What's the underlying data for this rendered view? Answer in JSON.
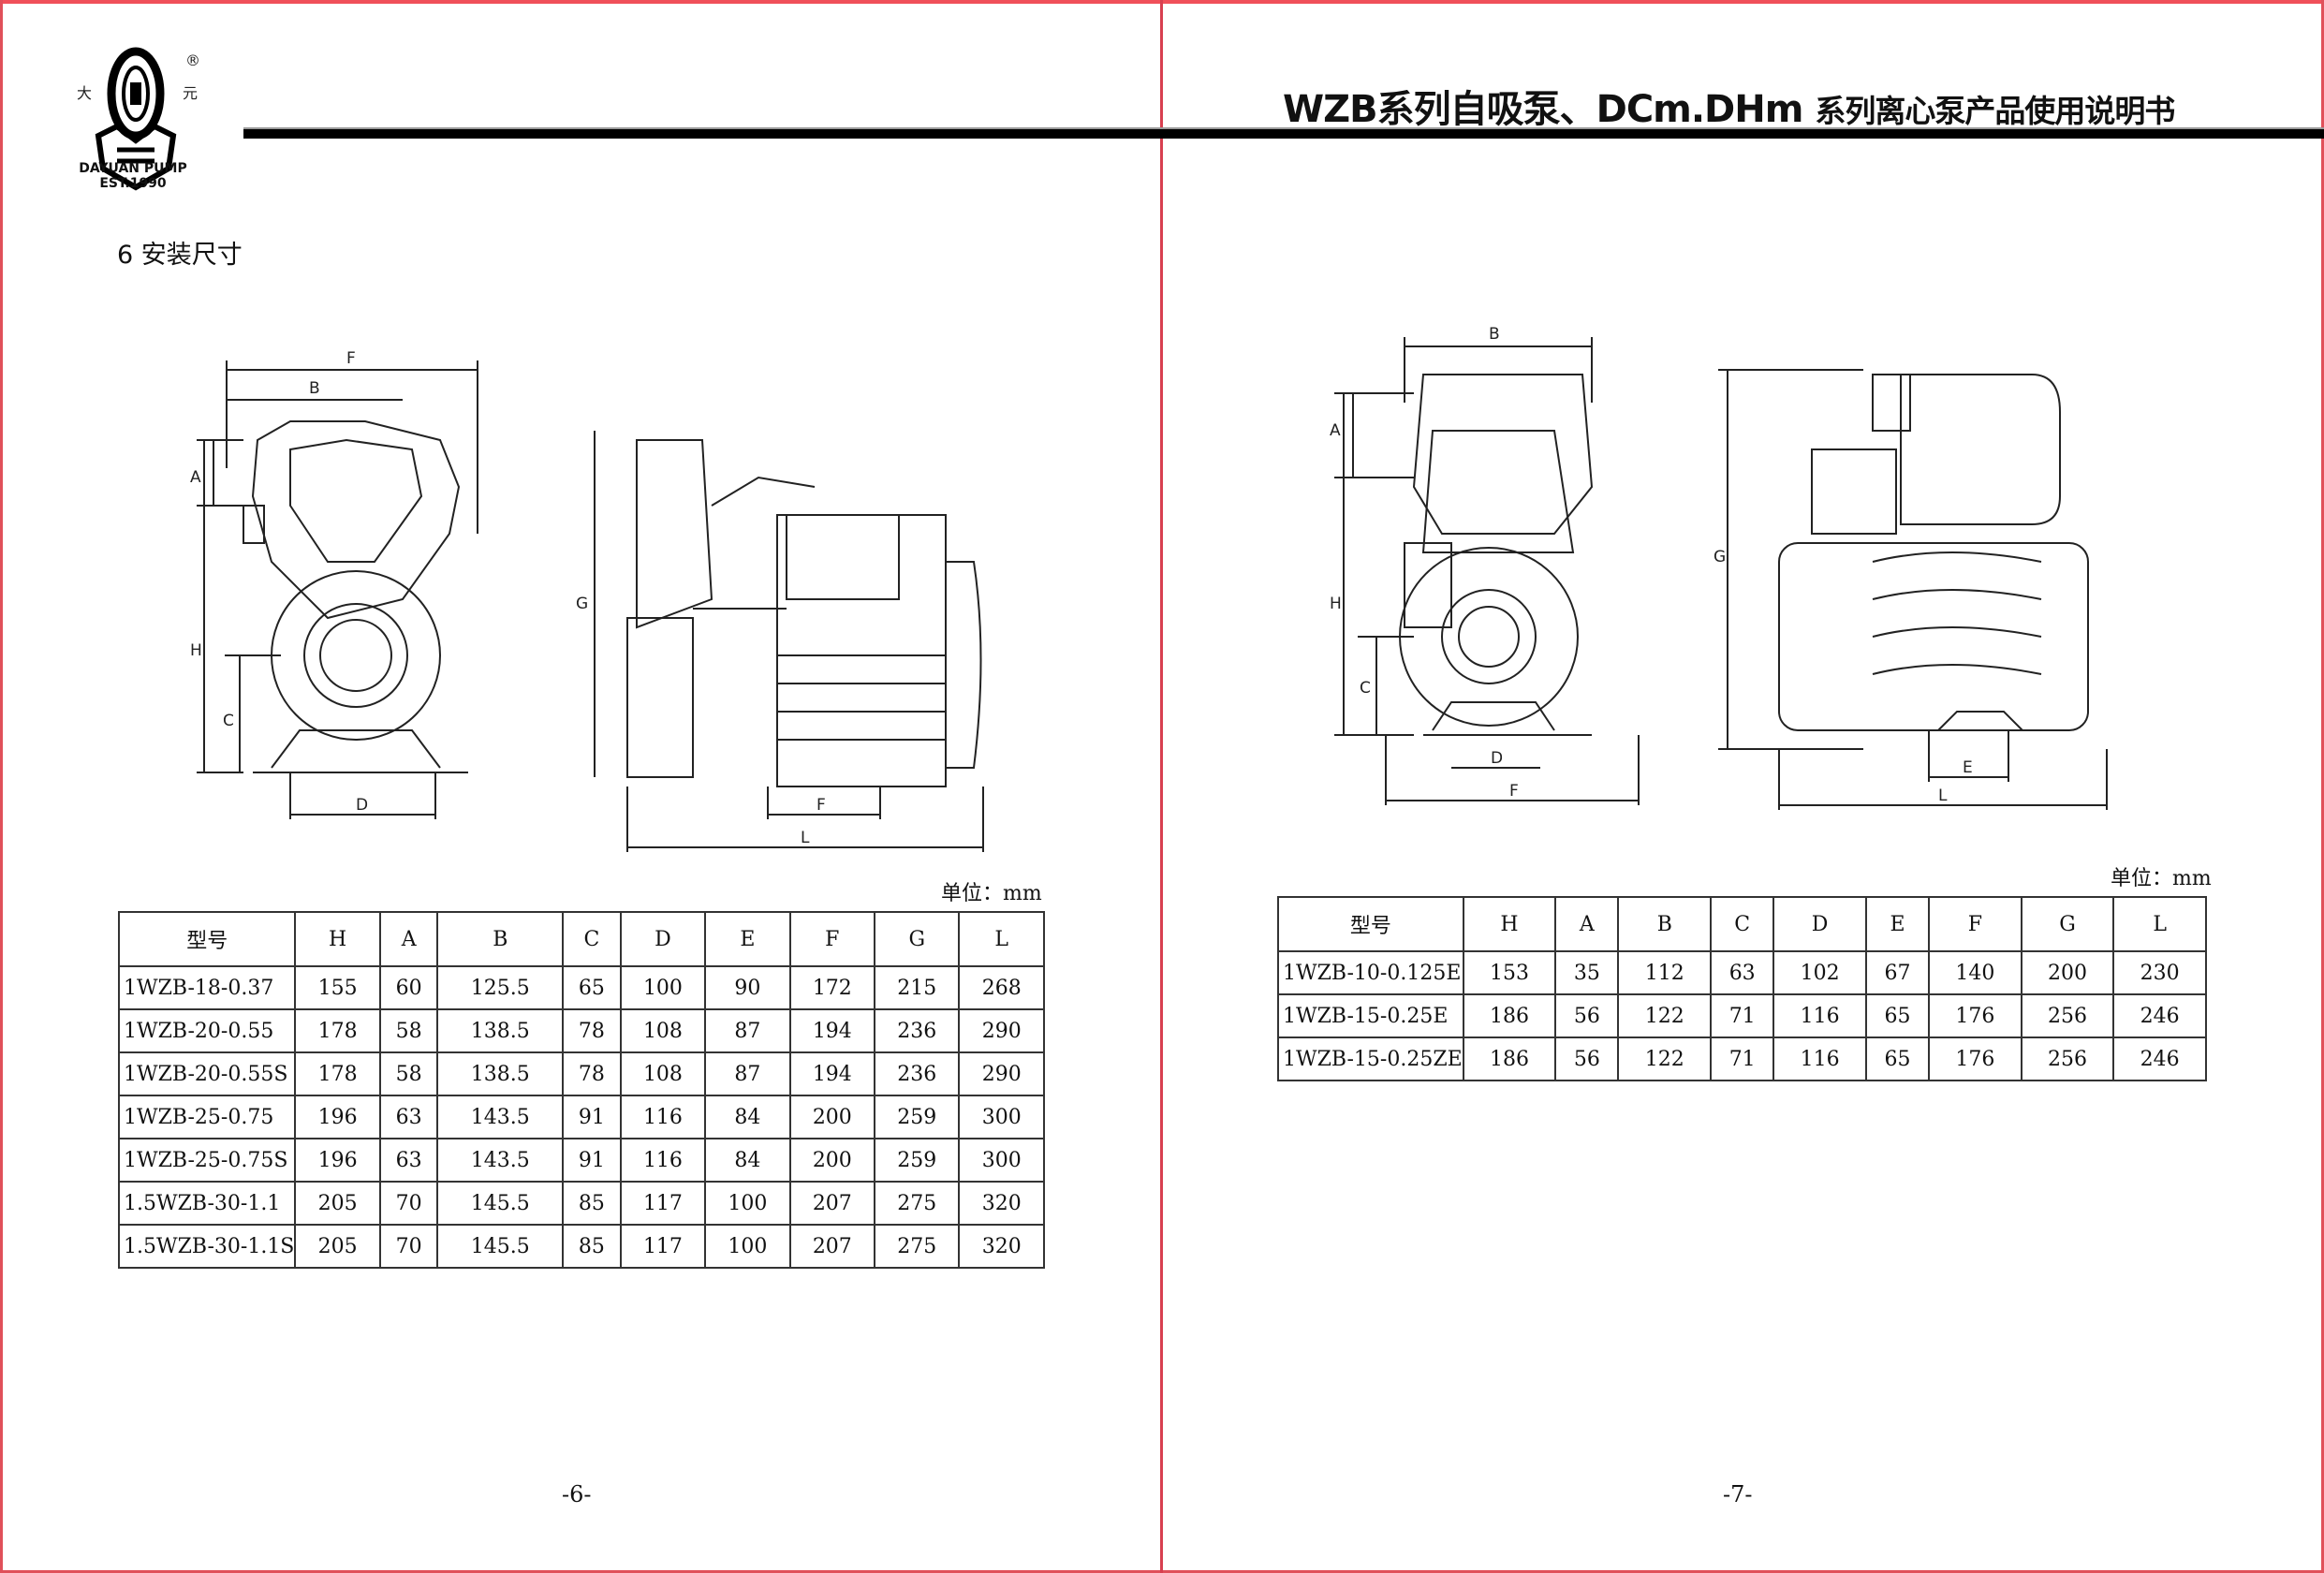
{
  "header": {
    "brand": "DAYUAN PUMP",
    "est": "EST.1990",
    "logo_chars": [
      "大",
      "元"
    ],
    "title_main": "WZB系列自吸泵、DCm.DHm",
    "title_sub": "系列离心泵产品使用说明书"
  },
  "left_page": {
    "section_title": "6  安装尺寸",
    "front_labels": {
      "F": "F",
      "B": "B",
      "A": "A",
      "H": "H",
      "C": "C",
      "D": "D"
    },
    "side_labels": {
      "G": "G",
      "E": "F",
      "L": "L"
    },
    "unit": "单位：mm",
    "table": {
      "headers": [
        "型号",
        "H",
        "A",
        "B",
        "C",
        "D",
        "E",
        "F",
        "G",
        "L"
      ],
      "rows": [
        [
          "1WZB-18-0.37",
          "155",
          "60",
          "125.5",
          "65",
          "100",
          "90",
          "172",
          "215",
          "268"
        ],
        [
          "1WZB-20-0.55",
          "178",
          "58",
          "138.5",
          "78",
          "108",
          "87",
          "194",
          "236",
          "290"
        ],
        [
          "1WZB-20-0.55S",
          "178",
          "58",
          "138.5",
          "78",
          "108",
          "87",
          "194",
          "236",
          "290"
        ],
        [
          "1WZB-25-0.75",
          "196",
          "63",
          "143.5",
          "91",
          "116",
          "84",
          "200",
          "259",
          "300"
        ],
        [
          "1WZB-25-0.75S",
          "196",
          "63",
          "143.5",
          "91",
          "116",
          "84",
          "200",
          "259",
          "300"
        ],
        [
          "1.5WZB-30-1.1",
          "205",
          "70",
          "145.5",
          "85",
          "117",
          "100",
          "207",
          "275",
          "320"
        ],
        [
          "1.5WZB-30-1.1S",
          "205",
          "70",
          "145.5",
          "85",
          "117",
          "100",
          "207",
          "275",
          "320"
        ]
      ]
    },
    "page_number": "-6-"
  },
  "right_page": {
    "front_labels": {
      "B": "B",
      "A": "A",
      "H": "H",
      "C": "C",
      "D": "D",
      "F": "F"
    },
    "side_labels": {
      "G": "G",
      "E": "E",
      "L": "L"
    },
    "unit": "单位：mm",
    "table": {
      "headers": [
        "型号",
        "H",
        "A",
        "B",
        "C",
        "D",
        "E",
        "F",
        "G",
        "L"
      ],
      "rows": [
        [
          "1WZB-10-0.125E",
          "153",
          "35",
          "112",
          "63",
          "102",
          "67",
          "140",
          "200",
          "230"
        ],
        [
          "1WZB-15-0.25E",
          "186",
          "56",
          "122",
          "71",
          "116",
          "65",
          "176",
          "256",
          "246"
        ],
        [
          "1WZB-15-0.25ZE",
          "186",
          "56",
          "122",
          "71",
          "116",
          "65",
          "176",
          "256",
          "246"
        ]
      ]
    },
    "page_number": "-7-"
  }
}
